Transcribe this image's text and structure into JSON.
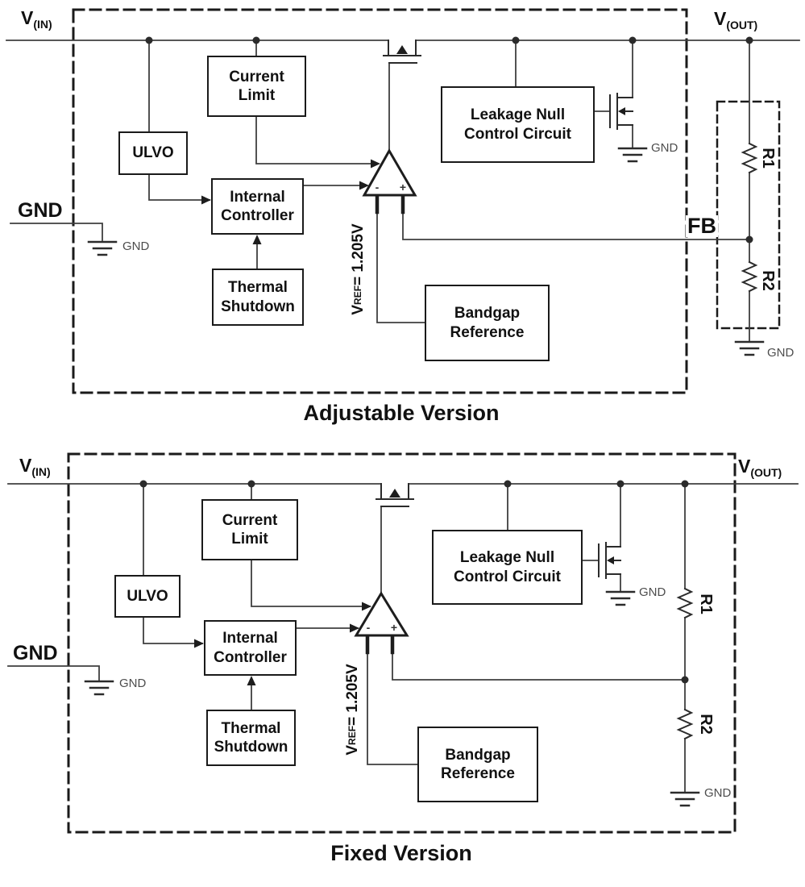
{
  "colors": {
    "background": "#ffffff",
    "wire": "#3f3f3f",
    "symbol": "#2b2b2b",
    "box_border": "#1a1a1a",
    "text": "#111111",
    "muted_text": "#4d4d4d"
  },
  "adjustable": {
    "title": "Adjustable Version",
    "vin": {
      "main": "V",
      "sub": "(IN)"
    },
    "vout": {
      "main": "V",
      "sub": "(OUT)"
    },
    "gnd_pin": "GND",
    "fb": "FB",
    "vref": {
      "main": "V",
      "sub": "REF",
      "rest": " = 1.205V"
    },
    "opamp": {
      "minus": "-",
      "plus": "+"
    },
    "blocks": {
      "current_limit": "Current\nLimit",
      "ulvo": "ULVO",
      "internal_controller": "Internal\nController",
      "thermal_shutdown": "Thermal\nShutdown",
      "leakage_null": "Leakage Null\nControl Circuit",
      "bandgap": "Bandgap\nReference"
    },
    "r1": "R1",
    "r2": "R2",
    "gnd": {
      "input": "GND",
      "nmos": "GND",
      "divider": "GND"
    }
  },
  "fixed": {
    "title": "Fixed Version",
    "vin": {
      "main": "V",
      "sub": "(IN)"
    },
    "vout": {
      "main": "V",
      "sub": "(OUT)"
    },
    "gnd_pin": "GND",
    "vref": {
      "main": "V",
      "sub": "REF",
      "rest": " = 1.205V"
    },
    "opamp": {
      "minus": "-",
      "plus": "+"
    },
    "blocks": {
      "current_limit": "Current\nLimit",
      "ulvo": "ULVO",
      "internal_controller": "Internal\nController",
      "thermal_shutdown": "Thermal\nShutdown",
      "leakage_null": "Leakage Null\nControl Circuit",
      "bandgap": "Bandgap\nReference"
    },
    "r1": "R1",
    "r2": "R2",
    "gnd": {
      "input": "GND",
      "nmos": "GND",
      "output": "GND"
    }
  }
}
